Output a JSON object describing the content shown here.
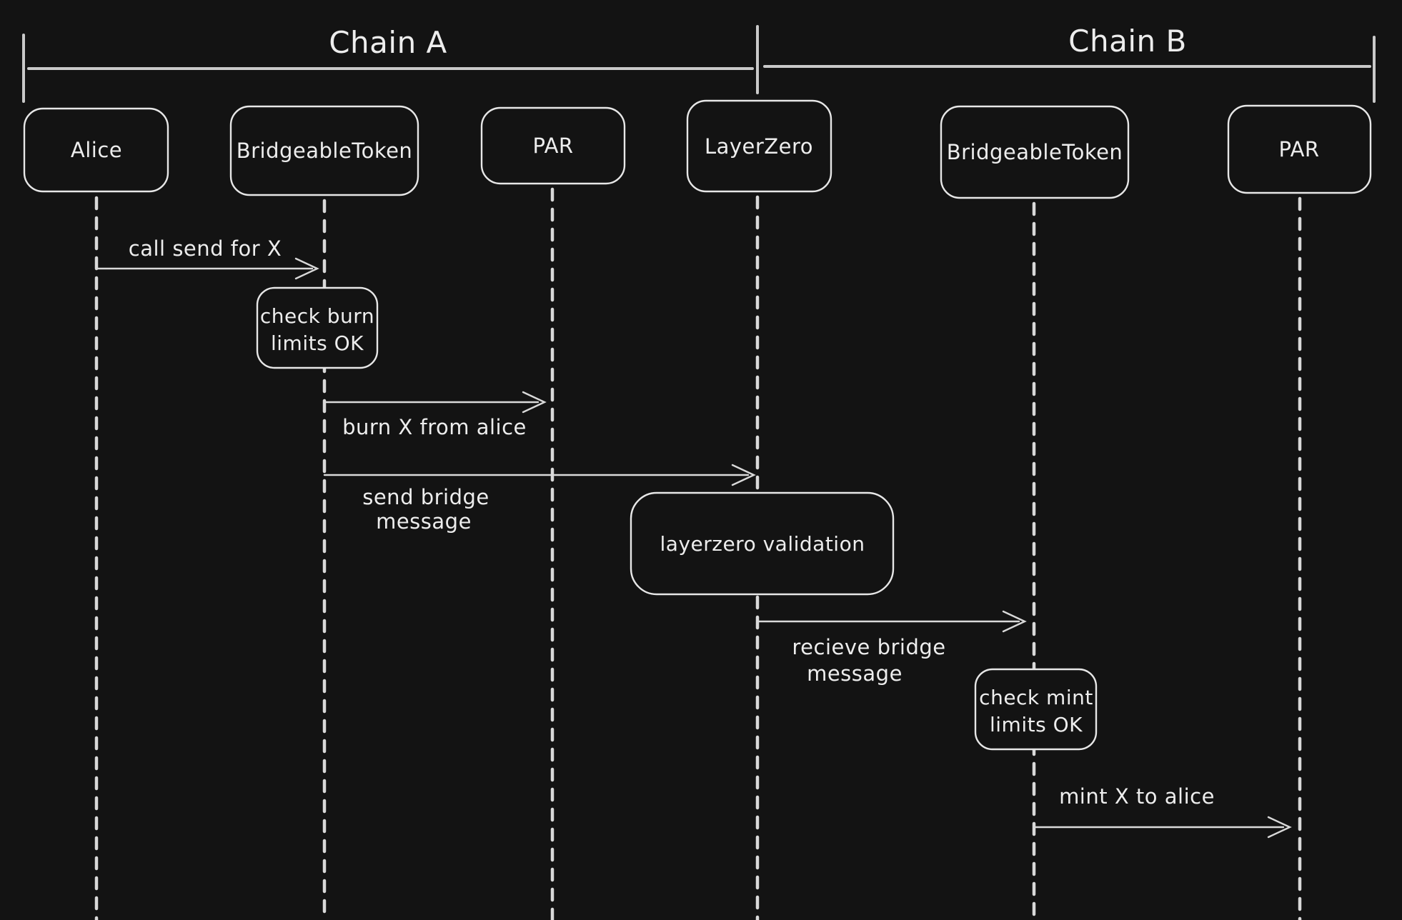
{
  "colors": {
    "background": "#131313",
    "box_stroke": "#e7e7e7",
    "line": "#c9c9c9",
    "arrow": "#d9d9d9",
    "lifeline": "#d9d9d9",
    "text": "#ededed"
  },
  "chains": {
    "a": {
      "label": "Chain A"
    },
    "b": {
      "label": "Chain B"
    }
  },
  "actors": [
    {
      "id": "alice-a",
      "label": "Alice",
      "chain": "A"
    },
    {
      "id": "bridgeable-token-a",
      "label": "BridgeableToken",
      "chain": "A"
    },
    {
      "id": "par-a",
      "label": "PAR",
      "chain": "A"
    },
    {
      "id": "layerzero",
      "label": "LayerZero",
      "chain": "B"
    },
    {
      "id": "bridgeable-token-b",
      "label": "BridgeableToken",
      "chain": "B"
    },
    {
      "id": "par-b",
      "label": "PAR",
      "chain": "B"
    }
  ],
  "messages": [
    {
      "from": "alice-a",
      "to": "bridgeable-token-a",
      "label": "call send for X"
    },
    {
      "from": "bridgeable-token-a",
      "to": "par-a",
      "label": "burn X from alice"
    },
    {
      "from": "bridgeable-token-a",
      "to": "layerzero",
      "label_line1": "send bridge",
      "label_line2": "message"
    },
    {
      "from": "layerzero",
      "to": "bridgeable-token-b",
      "label_line1": "recieve bridge",
      "label_line2": "message"
    },
    {
      "from": "bridgeable-token-b",
      "to": "par-b",
      "label": "mint X to alice"
    }
  ],
  "notes": [
    {
      "on": "bridgeable-token-a",
      "line1": "check burn",
      "line2": "limits OK"
    },
    {
      "on": "layerzero",
      "label": "layerzero validation"
    },
    {
      "on": "bridgeable-token-b",
      "line1": "check mint",
      "line2": "limits OK"
    }
  ]
}
